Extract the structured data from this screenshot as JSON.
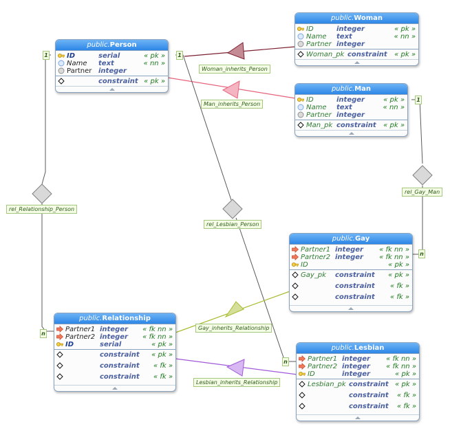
{
  "tables": {
    "person": {
      "schema": "public.",
      "name": "Person",
      "columns": [
        {
          "icon": "key-icon",
          "name": "ID",
          "type": "serial",
          "flags": "« pk »"
        },
        {
          "icon": "not-null-icon",
          "name": "Name",
          "type": "text",
          "flags": "« nn »"
        },
        {
          "icon": "nullable-icon",
          "name": "Partner",
          "type": "integer",
          "flags": ""
        }
      ],
      "constraints": [
        {
          "name": "",
          "type": "constraint",
          "flags": "« pk »"
        }
      ]
    },
    "woman": {
      "schema": "public.",
      "name": "Woman",
      "columns": [
        {
          "icon": "key-icon",
          "name": "ID",
          "type": "integer",
          "flags": "« pk »"
        },
        {
          "icon": "not-null-icon",
          "name": "Name",
          "type": "text",
          "flags": "« nn »"
        },
        {
          "icon": "nullable-icon",
          "name": "Partner",
          "type": "integer",
          "flags": ""
        }
      ],
      "constraints": [
        {
          "name": "Woman_pk",
          "type": "constraint",
          "flags": "« pk »"
        }
      ]
    },
    "man": {
      "schema": "public.",
      "name": "Man",
      "columns": [
        {
          "icon": "key-icon",
          "name": "ID",
          "type": "integer",
          "flags": "« pk »"
        },
        {
          "icon": "not-null-icon",
          "name": "Name",
          "type": "text",
          "flags": "« nn »"
        },
        {
          "icon": "nullable-icon",
          "name": "Partner",
          "type": "integer",
          "flags": ""
        }
      ],
      "constraints": [
        {
          "name": "Man_pk",
          "type": "constraint",
          "flags": "« pk »"
        }
      ]
    },
    "gay": {
      "schema": "public.",
      "name": "Gay",
      "columns": [
        {
          "icon": "foreign-key-icon",
          "name": "Partner1",
          "type": "integer",
          "flags": "« fk nn »"
        },
        {
          "icon": "foreign-key-icon",
          "name": "Partner2",
          "type": "integer",
          "flags": "« fk nn »"
        },
        {
          "icon": "key-icon",
          "name": "ID",
          "type": "",
          "flags": "« pk »"
        }
      ],
      "constraints": [
        {
          "name": "Gay_pk",
          "type": "constraint",
          "flags": "« pk »"
        },
        {
          "name": "",
          "type": "constraint",
          "flags": "« fk »"
        },
        {
          "name": "",
          "type": "constraint",
          "flags": "« fk »"
        }
      ]
    },
    "relationship": {
      "schema": "public.",
      "name": "Relationship",
      "columns": [
        {
          "icon": "foreign-key-icon",
          "name": "Partner1",
          "type": "integer",
          "flags": "« fk nn »"
        },
        {
          "icon": "foreign-key-icon",
          "name": "Partner2",
          "type": "integer",
          "flags": "« fk nn »"
        },
        {
          "icon": "key-icon",
          "name": "ID",
          "type": "serial",
          "flags": "« pk »"
        }
      ],
      "constraints": [
        {
          "name": "",
          "type": "constraint",
          "flags": "« pk »"
        },
        {
          "name": "",
          "type": "constraint",
          "flags": "« fk »"
        },
        {
          "name": "",
          "type": "constraint",
          "flags": "« fk »"
        }
      ]
    },
    "lesbian": {
      "schema": "public.",
      "name": "Lesbian",
      "columns": [
        {
          "icon": "foreign-key-icon",
          "name": "Partner1",
          "type": "integer",
          "flags": "« fk nn »"
        },
        {
          "icon": "foreign-key-icon",
          "name": "Partner2",
          "type": "integer",
          "flags": "« fk nn »"
        },
        {
          "icon": "key-icon",
          "name": "ID",
          "type": "integer",
          "flags": "« pk »"
        }
      ],
      "constraints": [
        {
          "name": "Lesbian_pk",
          "type": "constraint",
          "flags": "« pk »"
        },
        {
          "name": "",
          "type": "constraint",
          "flags": "« fk »"
        },
        {
          "name": "",
          "type": "constraint",
          "flags": "« fk »"
        }
      ]
    }
  },
  "relations": {
    "woman_inherits_person": "Woman_inherits_Person",
    "man_inherits_person": "Man_inherits_Person",
    "rel_relationship_person": "rel_Relationship_Person",
    "rel_lesbian_person": "rel_Lesbian_Person",
    "rel_gay_man": "rel_Gay_Man",
    "gay_inherits_relationship": "Gay_inherits_Relationship",
    "lesbian_inherits_relationship": "Lesbian_inherits_Relationship"
  },
  "cardinality": {
    "one": "1",
    "many": "n"
  },
  "colors": {
    "woman_inherit": "#7b1f2f",
    "man_inherit": "#e7607a",
    "gay_inherit": "#aabb2f",
    "lesbian_inherit": "#a058d8",
    "relation": "#5a5a5a",
    "header": "#3f95ec"
  }
}
